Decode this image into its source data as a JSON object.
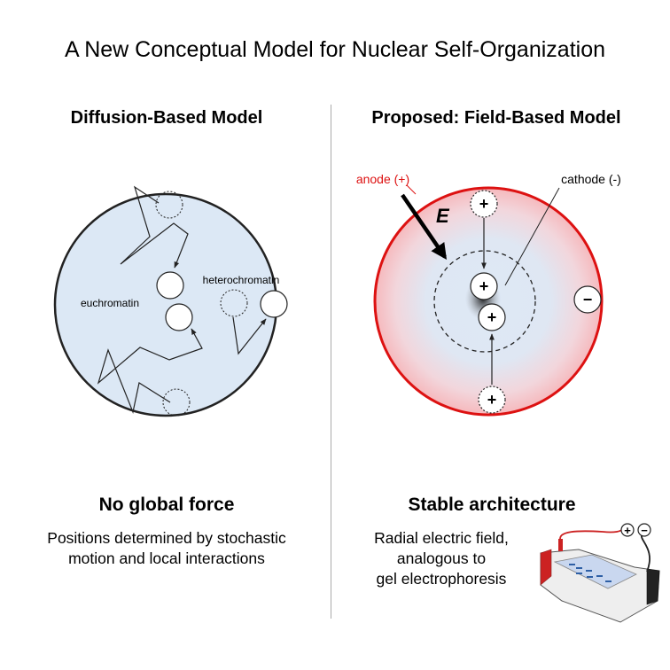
{
  "title": "A New Conceptual Model for Nuclear Self-Organization",
  "left_panel": {
    "title": "Diffusion-Based Model",
    "labels": {
      "euchromatin": "euchromatin",
      "heterochromatin": "heterochromatin"
    },
    "caption_head": "No global force",
    "caption_lines": [
      "Positions determined by stochastic",
      "motion and local interactions"
    ]
  },
  "right_panel": {
    "title": "Proposed: Field-Based Model",
    "labels": {
      "anode": "anode (+)",
      "cathode": "cathode (-)",
      "field": "E",
      "plus": "+",
      "minus": "−"
    },
    "caption_head": "Stable architecture",
    "caption_lines": [
      "Radial electric field,",
      "analogous to",
      "gel electrophoresis"
    ],
    "gel_terminals": {
      "plus": "+",
      "minus": "−"
    }
  },
  "colors": {
    "nucleus_fill": "#dce8f5",
    "nucleus_stroke": "#222222",
    "anode_red": "#dd1111",
    "divider": "#aaaaaa"
  }
}
